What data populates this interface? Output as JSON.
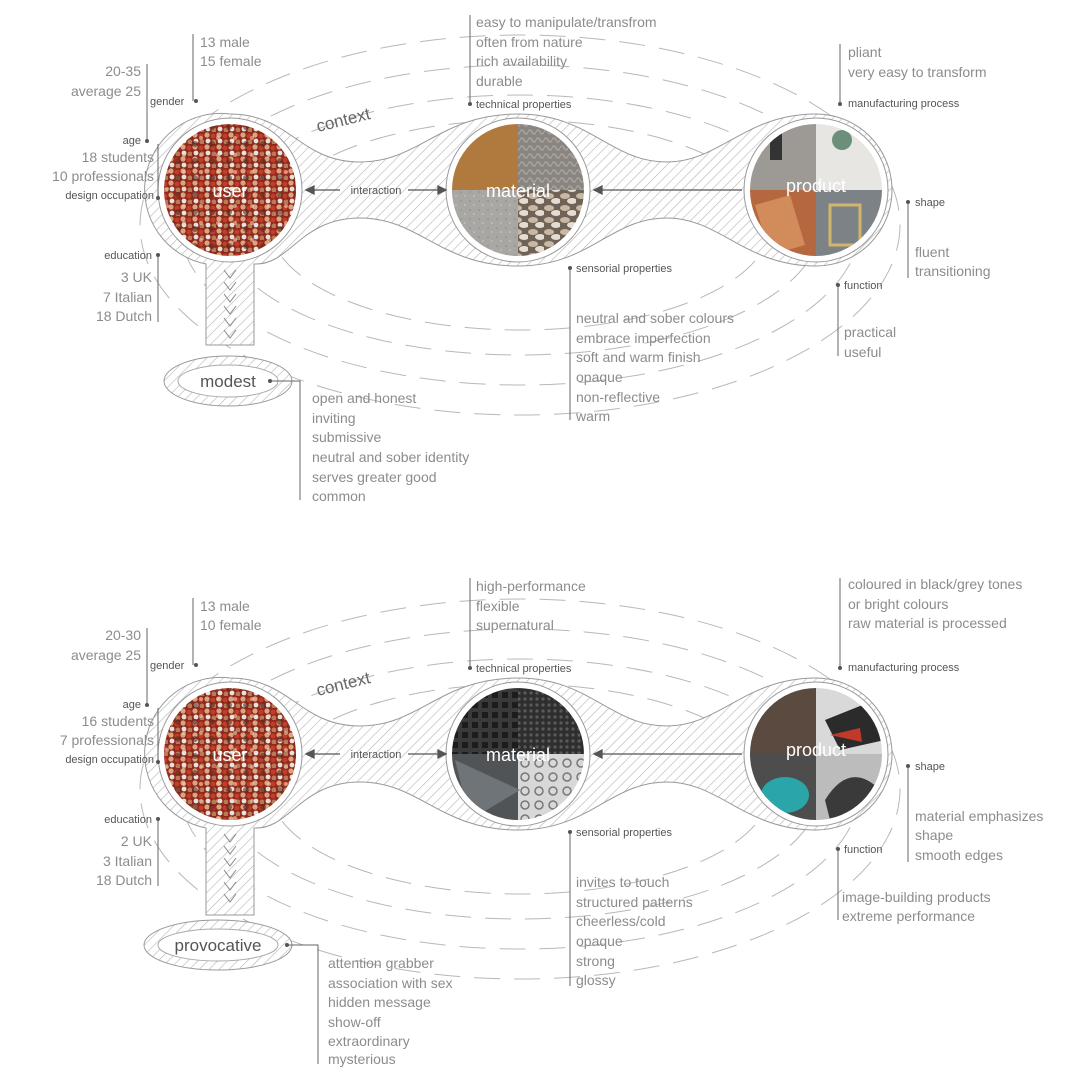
{
  "diagrams": [
    {
      "context_label": "context",
      "circles": {
        "user": "user",
        "material": "material",
        "product": "product"
      },
      "interaction_label": "interaction",
      "archetype": "modest",
      "user": {
        "gender_label": "gender",
        "gender_values": [
          "13 male",
          "15 female"
        ],
        "age_label": "age",
        "age_values": [
          "20-35",
          "average 25"
        ],
        "occupation_label": "design occupation",
        "occupation_values": [
          "18 students",
          "10 professionals"
        ],
        "education_label": "education",
        "education_values": [
          "3 UK",
          "7 Italian",
          "18 Dutch"
        ]
      },
      "material": {
        "technical_label": "technical properties",
        "technical_values": [
          "easy to manipulate/transfrom",
          "often from nature",
          "rich availability",
          "durable"
        ],
        "sensorial_label": "sensorial properties",
        "sensorial_values": [
          "neutral and sober colours",
          "embrace imperfection",
          "soft and warm finish",
          "opaque",
          "non-reflective",
          "warm"
        ]
      },
      "product": {
        "manufacturing_label": "manufacturing process",
        "manufacturing_values": [
          "pliant",
          "very easy to transform"
        ],
        "shape_label": "shape",
        "shape_values": [
          "fluent",
          "transitioning"
        ],
        "function_label": "function",
        "function_values": [
          "practical",
          "useful"
        ]
      },
      "archetype_values": [
        "open and honest",
        "inviting",
        "submissive",
        "neutral and sober identity",
        "serves greater good",
        "common"
      ]
    },
    {
      "context_label": "context",
      "circles": {
        "user": "user",
        "material": "material",
        "product": "product"
      },
      "interaction_label": "interaction",
      "archetype": "provocative",
      "user": {
        "gender_label": "gender",
        "gender_values": [
          "13 male",
          "10 female"
        ],
        "age_label": "age",
        "age_values": [
          "20-30",
          "average 25"
        ],
        "occupation_label": "design occupation",
        "occupation_values": [
          "16 students",
          "7 professionals"
        ],
        "education_label": "education",
        "education_values": [
          "2 UK",
          "3 Italian",
          "18 Dutch"
        ]
      },
      "material": {
        "technical_label": "technical properties",
        "technical_values": [
          "high-performance",
          "flexible",
          "supernatural"
        ],
        "sensorial_label": "sensorial properties",
        "sensorial_values": [
          "invites to touch",
          "structured patterns",
          "cheerless/cold",
          "opaque",
          "strong",
          "glossy"
        ]
      },
      "product": {
        "manufacturing_label": "manufacturing process",
        "manufacturing_values": [
          "coloured in black/grey tones",
          "or bright colours",
          "raw material is processed"
        ],
        "shape_label": "shape",
        "shape_values": [
          "material emphasizes",
          "shape",
          "smooth edges"
        ],
        "function_label": "function",
        "function_values": [
          "image-building products",
          "extreme performance"
        ]
      },
      "archetype_values": [
        "attention grabber",
        "association with sex",
        "hidden message",
        "show-off",
        "extraordinary",
        "mysterious"
      ]
    }
  ]
}
